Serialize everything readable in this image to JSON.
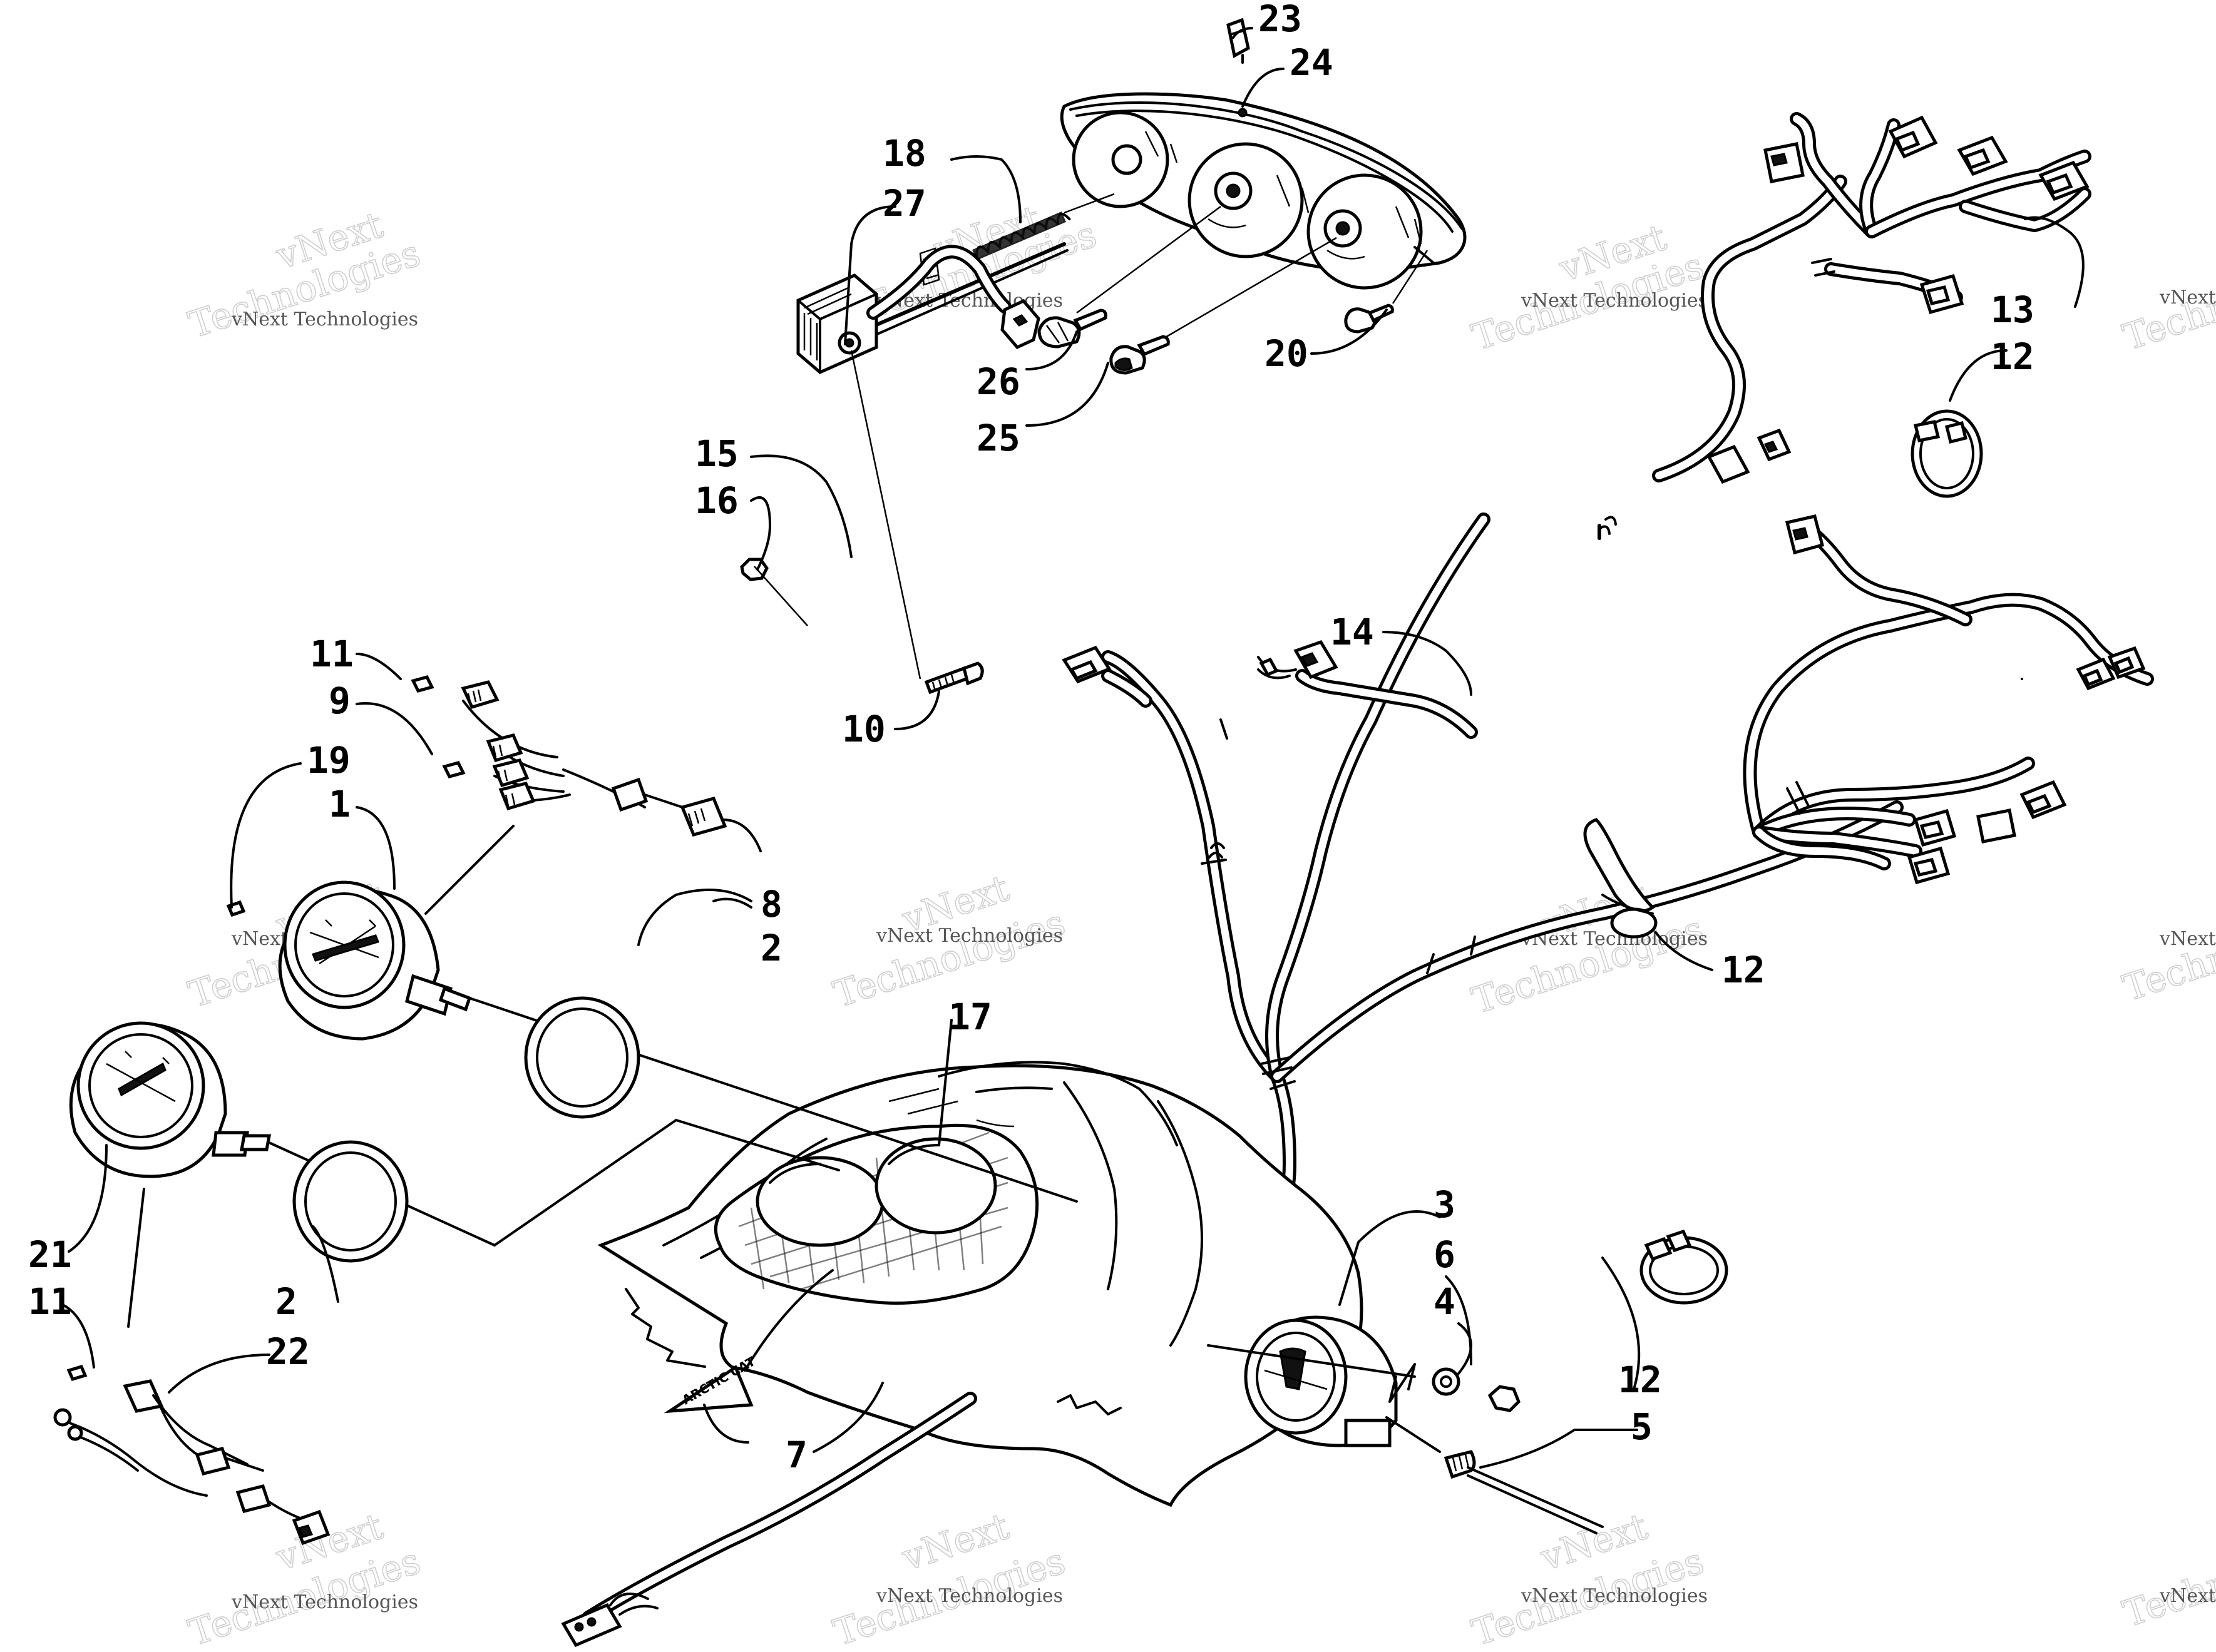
{
  "watermark": {
    "line1": "vNext Technologies",
    "line2": "Technologies",
    "line3": "vNext"
  },
  "callouts": {
    "c1": "1",
    "c2a": "2",
    "c2b": "2",
    "c3": "3",
    "c4": "4",
    "c5": "5",
    "c6": "6",
    "c7": "7",
    "c8": "8",
    "c9": "9",
    "c10": "10",
    "c11a": "11",
    "c11b": "11",
    "c12a": "12",
    "c12b": "12",
    "c12c": "12",
    "c13": "13",
    "c14": "14",
    "c15": "15",
    "c16": "16",
    "c17": "17",
    "c18": "18",
    "c19": "19",
    "c20": "20",
    "c21": "21",
    "c22": "22",
    "c23": "23",
    "c24": "24",
    "c25": "25",
    "c26": "26",
    "c27": "27"
  },
  "decal_text": "ARCTIC CAT"
}
